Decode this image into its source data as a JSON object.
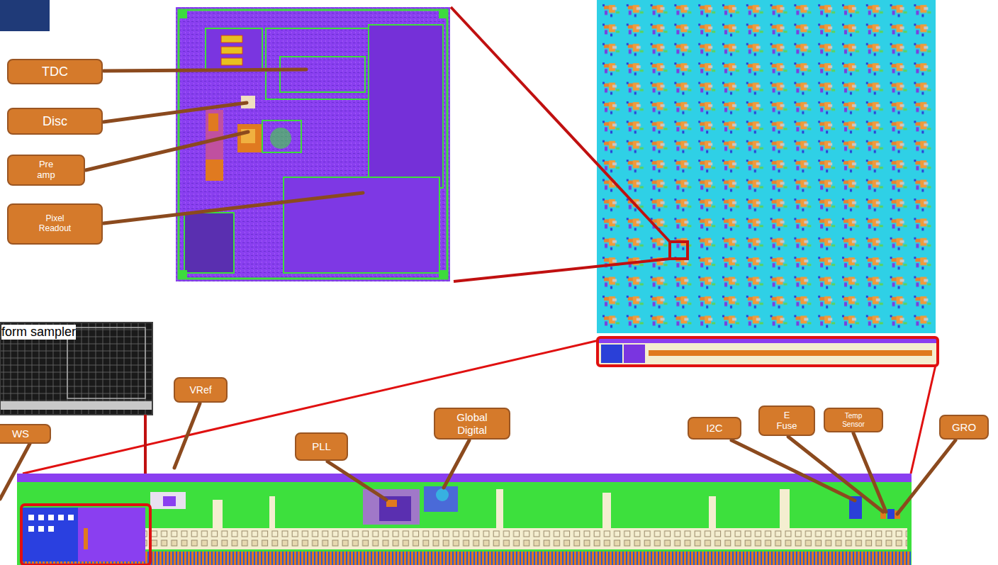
{
  "diagram": {
    "nodes": [
      {
        "text": [
          "TDC"
        ]
      },
      {
        "text": [
          "Disc"
        ]
      },
      {
        "text": [
          "Pre amp"
        ]
      },
      {
        "text": [
          "Pixel Readout"
        ]
      },
      {
        "text": [
          "VRef"
        ]
      },
      {
        "text": [
          "PLL"
        ]
      },
      {
        "text": [
          "Global Digital"
        ]
      },
      {
        "text": [
          "I2C"
        ]
      },
      {
        "text": [
          "E Fuse"
        ]
      },
      {
        "text": [
          "Temp Sensor"
        ]
      },
      {
        "text": [
          "GRO"
        ]
      },
      {
        "text": [
          "WS"
        ]
      }
    ],
    "labels": [
      "form sampler"
    ]
  }
}
